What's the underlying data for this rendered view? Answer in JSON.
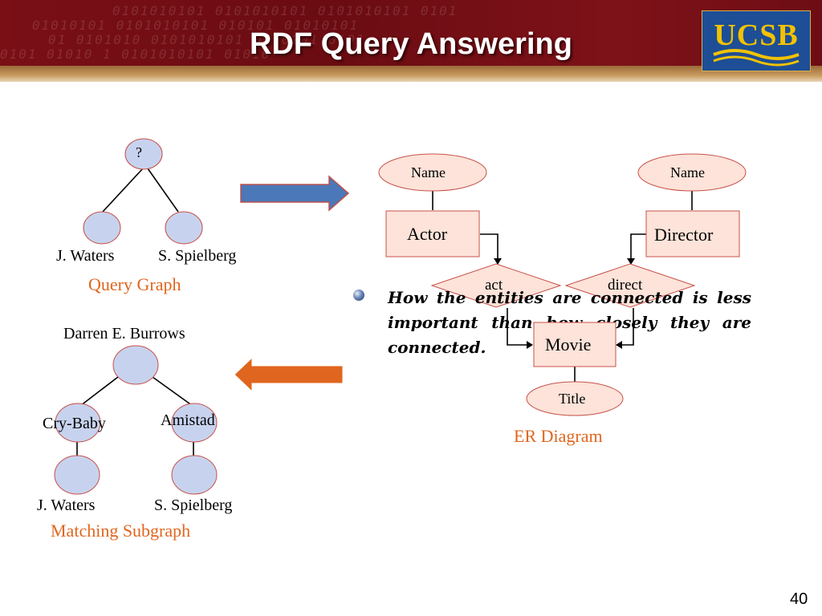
{
  "header": {
    "title": "RDF Query Answering",
    "binary_rows": [
      "0101010101 0101010101 0101010101 0101",
      "01010101 0101010101 010101 01010101",
      "01 0101010 0101010101 01 0101 0101",
      "0101 01010 1 0101010101 01010"
    ],
    "logo_text": "UCSB"
  },
  "query_graph": {
    "root_label": "?",
    "leaf_labels": [
      "J. Waters",
      "S. Spielberg"
    ],
    "caption": "Query Graph"
  },
  "matching_subgraph": {
    "root_label": "Darren E. Burrows",
    "mid_labels": [
      "Cry-Baby",
      "Amistad"
    ],
    "leaf_labels": [
      "J. Waters",
      "S. Spielberg"
    ],
    "caption": "Matching Subgraph"
  },
  "er_diagram": {
    "attributes": [
      "Name",
      "Name",
      "Title"
    ],
    "entities": [
      "Actor",
      "Director",
      "Movie"
    ],
    "relationships": [
      "act",
      "direct"
    ],
    "caption": "ER Diagram"
  },
  "bullet": {
    "text": "How the entities are connected is less important than how closely they are connected."
  },
  "slide": {
    "page_number": "40"
  },
  "colors": {
    "header": "#7a0f16",
    "node_fill": "#c7d3ee",
    "node_stroke": "#c8504a",
    "er_fill": "#fde3d9",
    "caption": "#e0661f",
    "blue_arrow": "#4a78b8",
    "orange_arrow": "#e0661f"
  }
}
